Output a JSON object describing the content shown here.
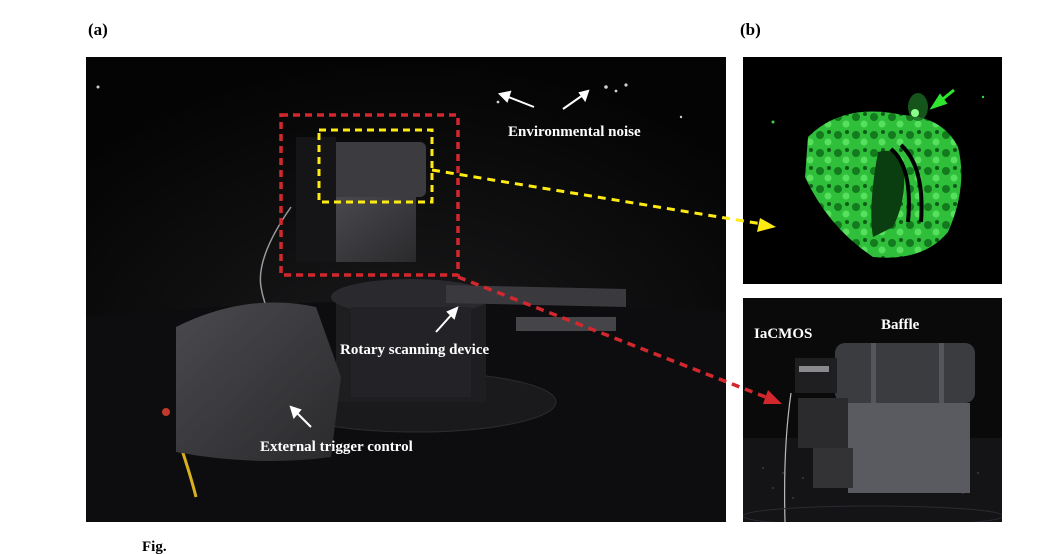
{
  "panels": {
    "a": {
      "label": "(a)"
    },
    "b": {
      "label": "(b)"
    }
  },
  "annotations": {
    "environmental_noise": "Environmental noise",
    "rotary_scanning_device": "Rotary scanning device",
    "external_trigger_control": "External trigger control",
    "iacmos": "IaCMOS",
    "baffle": "Baffle"
  },
  "caption": {
    "stub": "Fig."
  },
  "colors": {
    "red_box": "#d3272e",
    "yellow_box": "#ffeb14",
    "green_arrow": "#2ee62e",
    "reconstruction_green": "#2fbf3a",
    "annotation_text": "#ffffff"
  }
}
